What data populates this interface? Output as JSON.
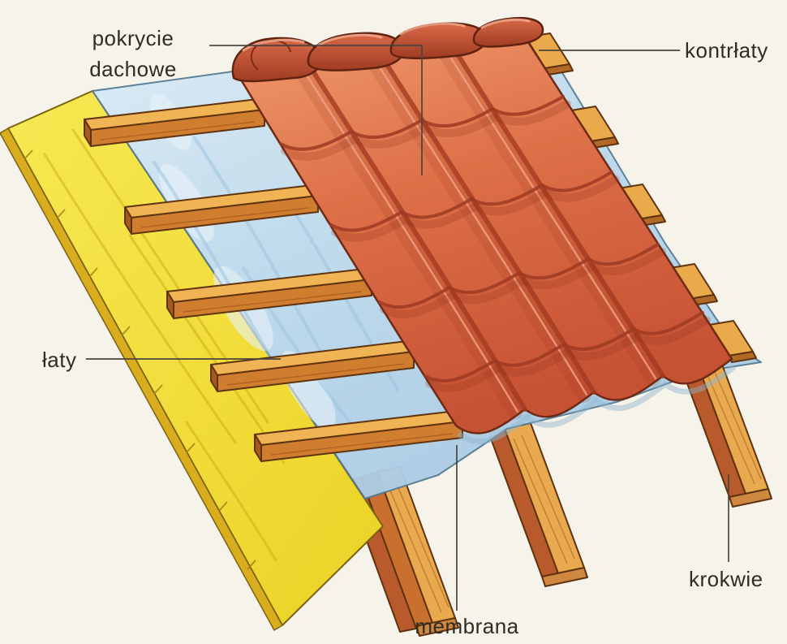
{
  "palette": {
    "paper": "#f6f3ea",
    "tile_red": "#de7048",
    "tile_shadow": "#9e3a22",
    "wood_light": "#f0b455",
    "wood_mid": "#cf7d2f",
    "wood_dark": "#a85a1e",
    "rafter_dark": "#b85a2c",
    "membrane_blue": "#bcd9ec",
    "sheathing_yellow": "#f2dd3a",
    "outline_brown": "#5f3310",
    "label_text": "#2f2b26",
    "leader_line": "#4a453e"
  },
  "diagram": {
    "type": "roof-construction-layers",
    "labels": {
      "roof_covering": {
        "lines": [
          "pokrycie",
          "dachowe"
        ]
      },
      "counter_battens": {
        "text": "kontrłaty"
      },
      "battens": {
        "text": "łaty"
      },
      "membrane": {
        "text": "membrana"
      },
      "rafters": {
        "text": "krokwie"
      }
    }
  }
}
